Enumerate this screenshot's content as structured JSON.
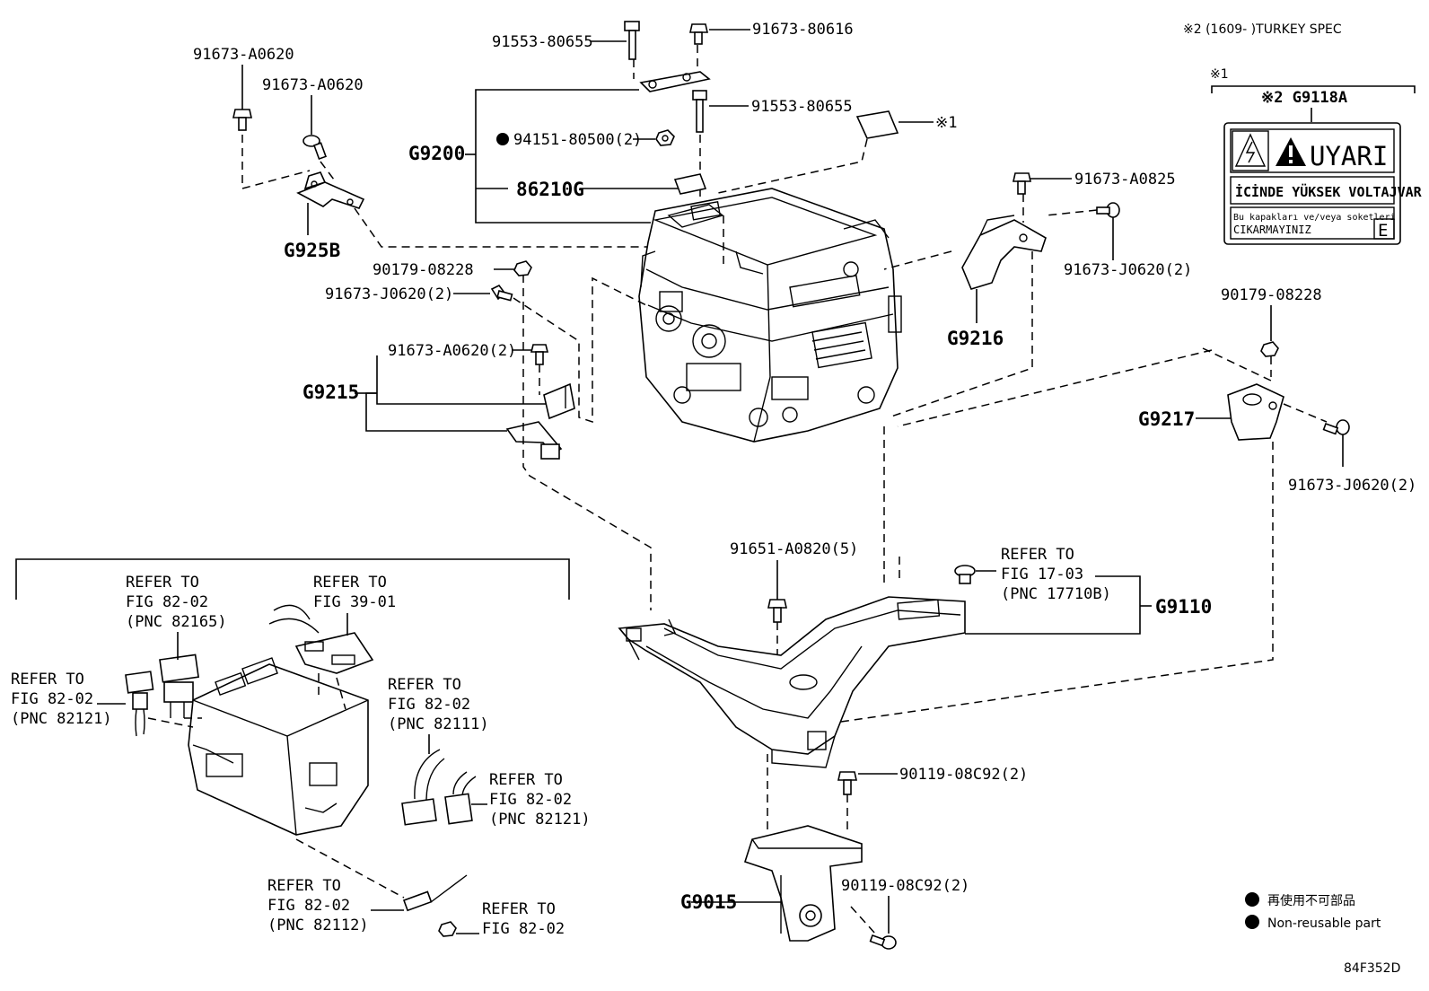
{
  "header": {
    "spec_note": "※2 (1609-      )TURKEY SPEC",
    "diagram_id": "84F352D"
  },
  "callouts": {
    "a0620_top": "91673-A0620",
    "a0620_second": "91673-A0620",
    "g925b": "G925B",
    "bolt_80655_top": "91553-80655",
    "bolt_80616": "91673-80616",
    "bolt_80655_mid": "91553-80655",
    "note_ref1": "※1",
    "g9200": "G9200",
    "nut_80500": "94151-80500(2)",
    "p86210g": "86210G",
    "bolt_08228_left": "90179-08228",
    "bolt_j0620_left": "91673-J0620(2)",
    "bolt_a0620_2": "91673-A0620(2)",
    "g9215": "G9215",
    "bolt_a0825": "91673-A0825",
    "bolt_j0620_right_top": "91673-J0620(2)",
    "g9216": "G9216",
    "bolt_08228_right": "90179-08228",
    "g9217": "G9217",
    "bolt_j0620_right_bottom": "91673-J0620(2)",
    "bolt_a0820": "91651-A0820(5)",
    "g9110": "G9110",
    "bolt_08c92_upper": "90119-08C92(2)",
    "bolt_08c92_lower": "90119-08C92(2)",
    "g9015": "G9015"
  },
  "refers": {
    "r1": {
      "l1": "REFER TO",
      "l2": "FIG 17-03",
      "l3": "(PNC 17710B)"
    },
    "r2": {
      "l1": "REFER TO",
      "l2": "FIG 82-02",
      "l3": "(PNC 82165)"
    },
    "r3": {
      "l1": "REFER TO",
      "l2": "FIG 39-01"
    },
    "r4": {
      "l1": "REFER TO",
      "l2": "FIG 82-02",
      "l3": "(PNC 82121)"
    },
    "r5": {
      "l1": "REFER TO",
      "l2": "FIG 82-02",
      "l3": "(PNC 82111)"
    },
    "r6": {
      "l1": "REFER TO",
      "l2": "FIG 82-02",
      "l3": "(PNC 82121)"
    },
    "r7": {
      "l1": "REFER TO",
      "l2": "FIG 82-02",
      "l3": "(PNC 82112)"
    },
    "r8": {
      "l1": "REFER TO",
      "l2": "FIG 82-02"
    }
  },
  "warning_label": {
    "note_ref": "※1",
    "title": "※2 G9118A",
    "uyari": "UYARI",
    "line1": "İCİNDE YÜKSEK VOLTAJVAR",
    "line2": "Bu kapakları ve/veya soketleri",
    "line3": "CIKARMAYINIZ",
    "corner": "E"
  },
  "legend": {
    "jp": "再使用不可部品",
    "en": "Non-reusable part"
  }
}
